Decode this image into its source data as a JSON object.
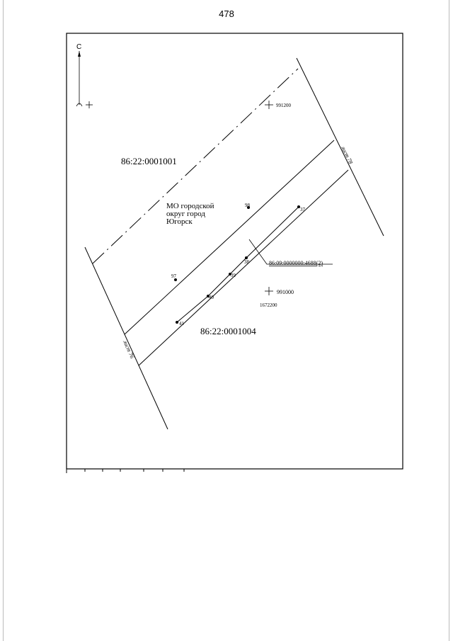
{
  "page": {
    "number": "478"
  },
  "compass": {
    "north_label": "С"
  },
  "parcels": {
    "upper": "86:22:0001001",
    "lower": "86:22:0001004",
    "target": "86:09:0000000:4688(2)"
  },
  "region": {
    "line1": "МО городской",
    "line2": "округ город",
    "line3": "Югорск"
  },
  "sheet_refs": {
    "right": "лист 78",
    "left": "лист 76"
  },
  "grid": {
    "top_y": "991200",
    "bottom_y": "991000",
    "bottom_x": "1672200"
  },
  "points": {
    "p97": "97",
    "p98": "98",
    "p37": "37",
    "p38": "38",
    "p39": "39",
    "p40": "40",
    "p41": "41"
  }
}
